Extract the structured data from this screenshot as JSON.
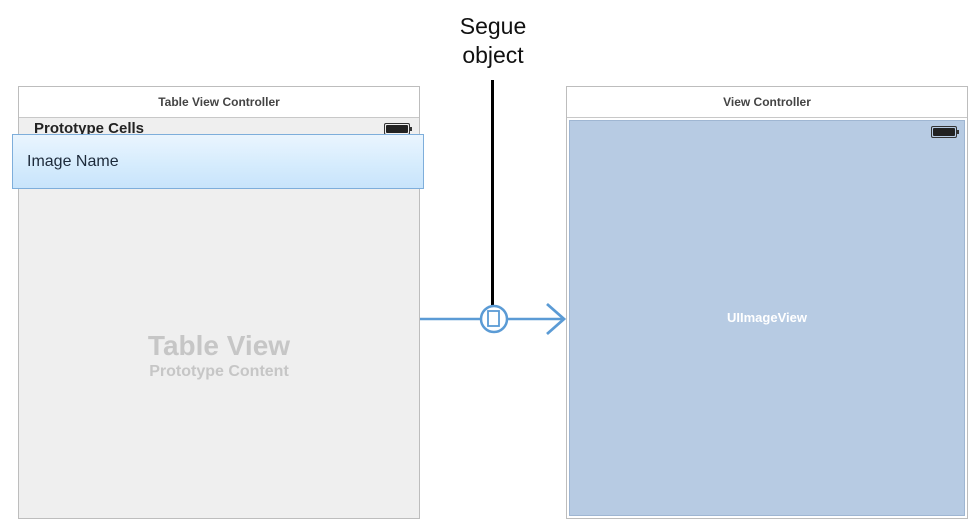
{
  "callout": {
    "line1": "Segue",
    "line2": "object"
  },
  "table_view_controller": {
    "title": "Table View Controller",
    "section_header": "Prototype Cells",
    "cell_label": "Image Name",
    "placeholder_title": "Table View",
    "placeholder_subtitle": "Prototype Content"
  },
  "view_controller": {
    "title": "View Controller",
    "image_view_label": "UIImageView"
  },
  "colors": {
    "segue_blue": "#5b9bd5",
    "image_view_fill": "#b7cbe3",
    "table_background": "#efefef"
  },
  "icons": [
    "battery-icon",
    "segue-icon",
    "arrow-head-icon"
  ]
}
